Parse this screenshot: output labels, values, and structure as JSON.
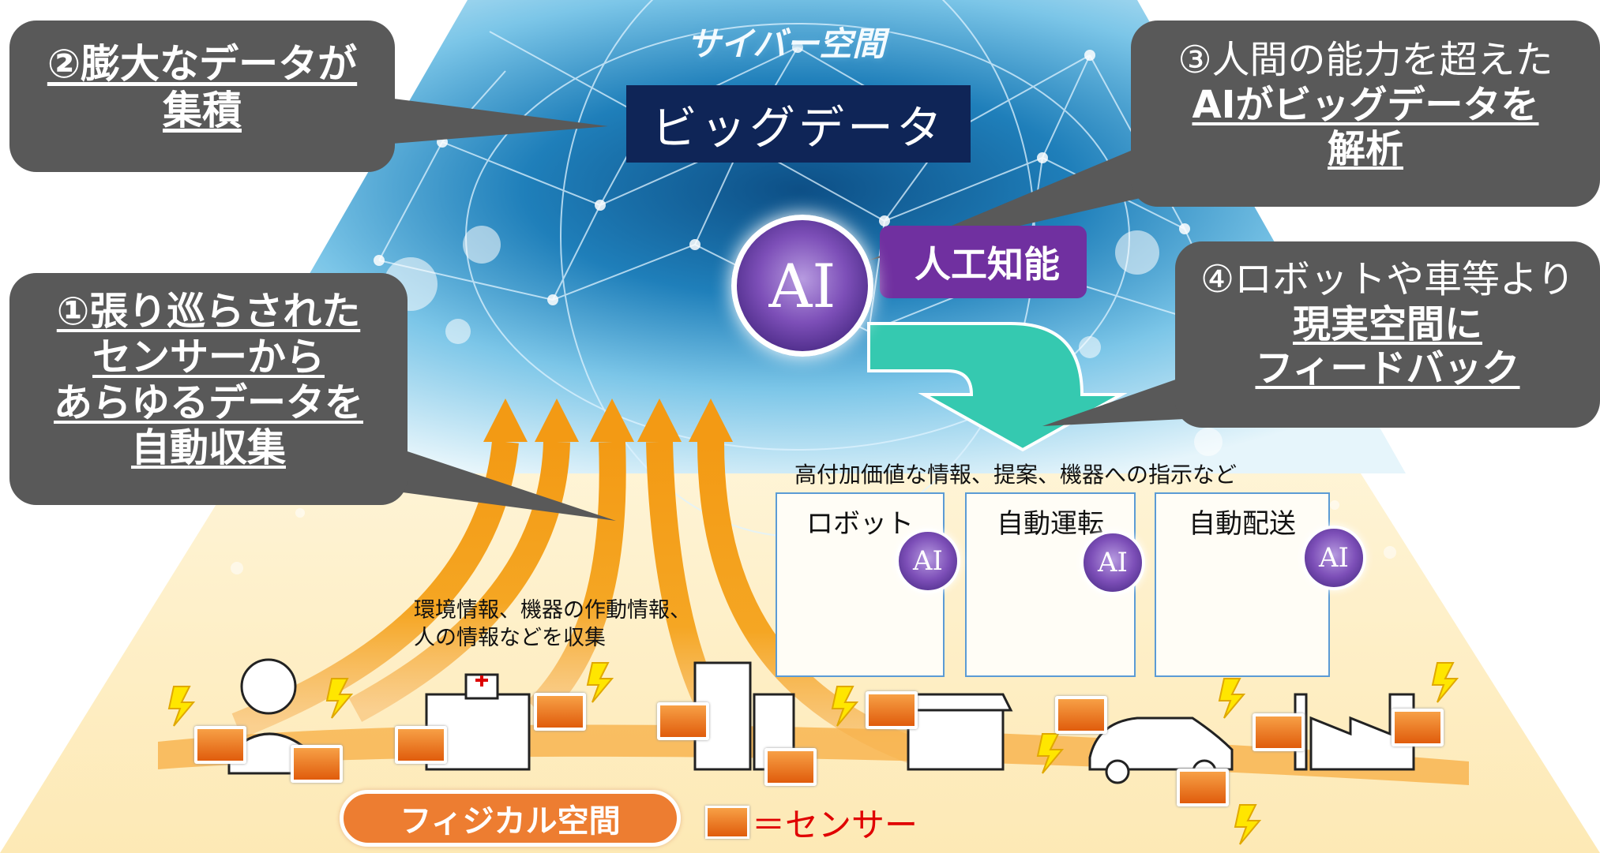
{
  "cyber_label": "サイバー空間",
  "bigdata_label": "ビッグデータ",
  "ai_label": "AI",
  "ai_badge_label": "人工知能",
  "callouts": {
    "c1": {
      "line1": "①張り巡らされた",
      "line2": "センサーから",
      "line3": "あらゆるデータを",
      "line4": "自動収集"
    },
    "c2": {
      "line1": "②膨大なデータが",
      "line2": "集積"
    },
    "c3": {
      "line1": "③人間の能力を超えた",
      "line2": "AIがビッグデータを",
      "line3": "解析"
    },
    "c4": {
      "line1": "④ロボットや車等より",
      "line2": "現実空間に",
      "line3": "フィードバック"
    }
  },
  "feedback_caption": "高付加価値な情報、提案、機器への指示など",
  "panels": {
    "robot": "ロボット",
    "driving": "自動運転",
    "delivery": "自動配送"
  },
  "collect_caption": {
    "line1": "環境情報、機器の作動情報、",
    "line2": "人の情報などを収集"
  },
  "physical_label": "フィジカル空間",
  "legend_text": "＝センサー",
  "colors": {
    "callout_bg": "#595959",
    "bigdata_bg": "#0f2557",
    "ai_purple": "#7030a0",
    "arrow_orange": "#f5a623",
    "feedback_teal": "#35c9b0",
    "physical_orange": "#ed7d31",
    "sensor_orange": "#e8711a",
    "legend_red": "#e00000"
  }
}
